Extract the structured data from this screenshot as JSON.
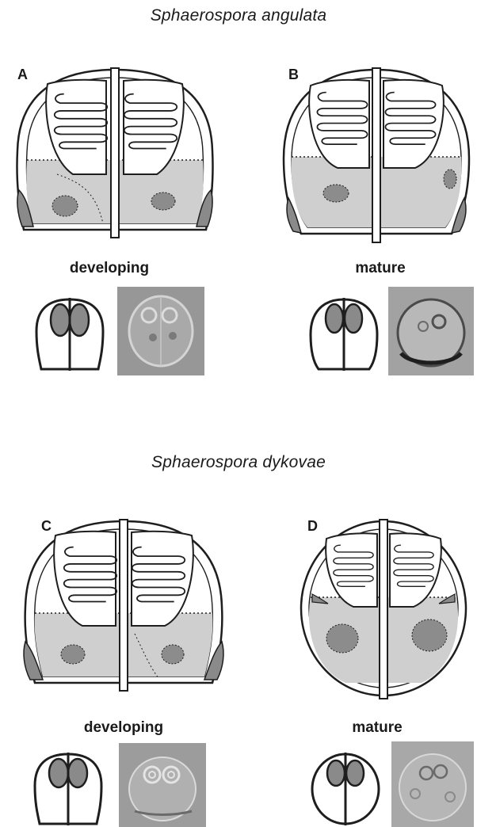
{
  "figure": {
    "species1": "Sphaerospora angulata",
    "species2": "Sphaerospora dykovae",
    "panels": [
      {
        "letter": "A",
        "stage": "developing"
      },
      {
        "letter": "B",
        "stage": "mature"
      },
      {
        "letter": "C",
        "stage": "developing"
      },
      {
        "letter": "D",
        "stage": "mature"
      }
    ]
  },
  "colors": {
    "outline": "#1e1e1e",
    "sporoplasm": "#c9c9c9",
    "nucleus": "#8c8c8c",
    "capsule_fill": "#8a8a8a",
    "photo_bg": "#9a9a9a"
  },
  "icons": [
    "spore-diagram",
    "spore-outline-icon",
    "micrograph"
  ]
}
